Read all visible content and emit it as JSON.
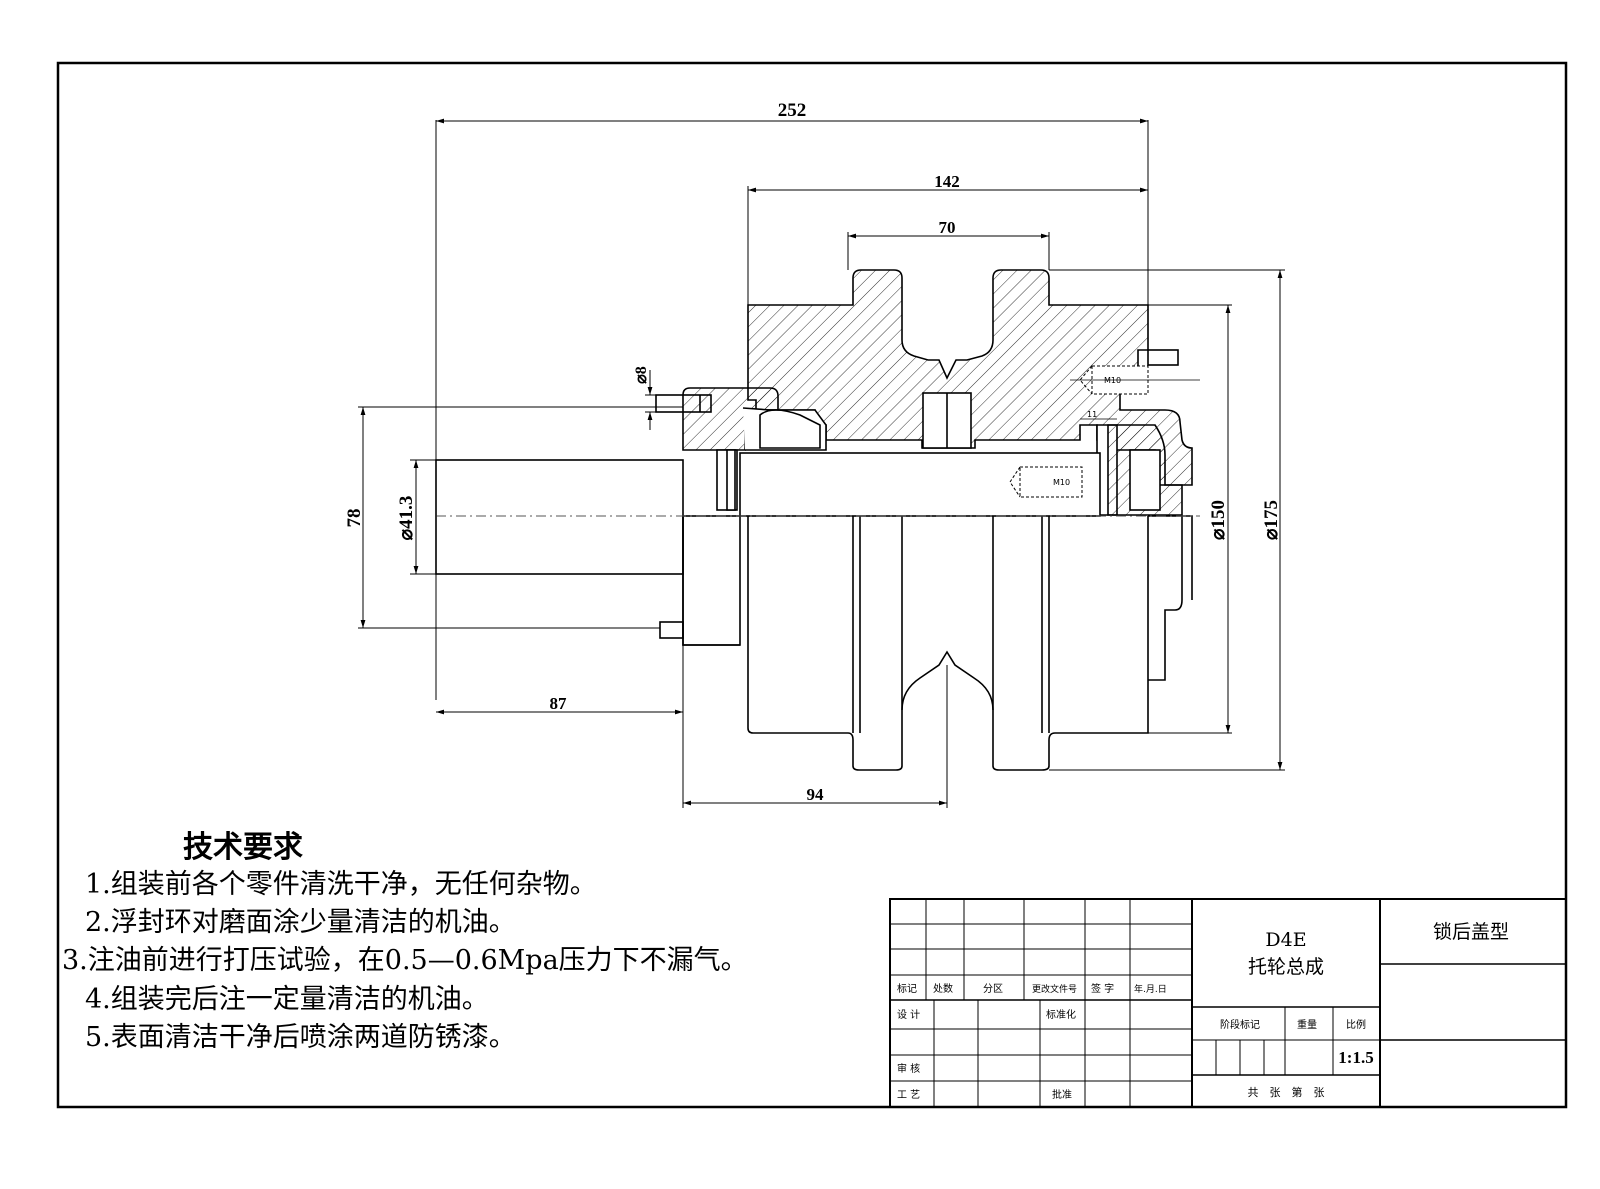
{
  "dimensions": {
    "overall_length": "252",
    "roller_width": "142",
    "flange_spacing": "70",
    "pin_dia": "⌀8",
    "flange_dia_78": "78",
    "shaft_dia": "⌀41.3",
    "roller_dia": "⌀150",
    "flange_dia": "⌀175",
    "shaft_length": "87",
    "center_offset": "94",
    "thread_top": "M10",
    "thread_shaft": "M10",
    "small_dim": "11"
  },
  "tech_requirements": {
    "title": "技术要求",
    "items": [
      "1.组装前各个零件清洗干净，无任何杂物。",
      "2.浮封环对磨面涂少量清洁的机油。",
      "3.注油前进行打压试验，在0.5—0.6Mpa压力下不漏气。",
      "4.组装完后注一定量清洁的机油。",
      "5.表面清洁干净后喷涂两道防锈漆。"
    ]
  },
  "title_block": {
    "part_code": "D4E",
    "part_name": "托轮总成",
    "material": "锁后盖型",
    "rev_headers": [
      "标记",
      "处数",
      "分区",
      "更改文件号",
      "签 字",
      "年.月.日"
    ],
    "design": "设 计",
    "standardization": "标准化",
    "review": "审 核",
    "process": "工 艺",
    "approve": "批准",
    "stage_mark": "阶段标记",
    "weight": "重量",
    "scale_label": "比例",
    "scale": "1:1.5",
    "sheets": "共　张　第　张"
  }
}
